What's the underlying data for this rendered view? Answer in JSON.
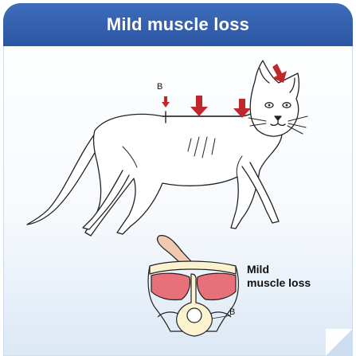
{
  "header": {
    "title": "Mild muscle loss"
  },
  "labels": {
    "b_top": "B",
    "b_bottom": "B",
    "callout_line1": "Mild",
    "callout_line2": "muscle loss"
  },
  "colors": {
    "header": "#2f5ca9",
    "arrow": "#c0272d",
    "muscle": "#e8707a",
    "bone": "#fbf3cf"
  }
}
